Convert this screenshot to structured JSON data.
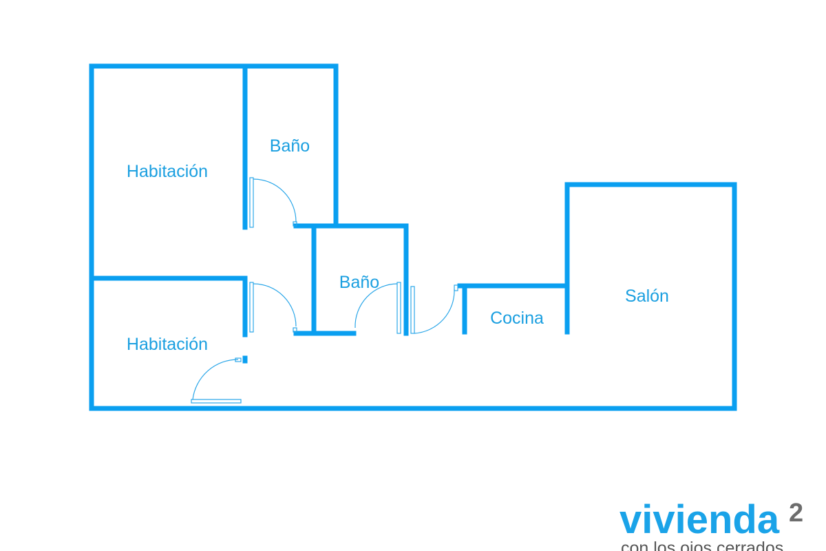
{
  "floor_plan": {
    "wall_color": "#0a9ff0",
    "label_color": "#1a9fe0",
    "rooms": [
      {
        "id": "habitacion-1",
        "label": "Habitación"
      },
      {
        "id": "bano-1",
        "label": "Baño"
      },
      {
        "id": "bano-2",
        "label": "Baño"
      },
      {
        "id": "habitacion-2",
        "label": "Habitación"
      },
      {
        "id": "cocina",
        "label": "Cocina"
      },
      {
        "id": "salon",
        "label": "Salón"
      }
    ]
  },
  "brand": {
    "name": "vivienda",
    "superscript": "2",
    "tagline": "con los ojos cerrados",
    "name_color": "#1aa3e8",
    "superscript_color": "#6d6d6d"
  }
}
